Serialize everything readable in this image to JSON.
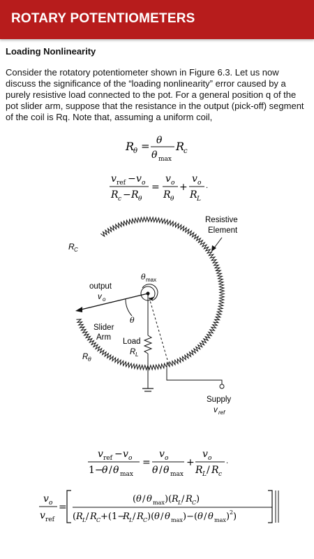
{
  "appbar": {
    "title": "ROTARY POTENTIOMETERS"
  },
  "section": {
    "title": "Loading Nonlinearity",
    "paragraph": "Consider the rotatory potentiometer shown in Figure 6.3. Let us now discuss the significance of the “loading nonlinearity” error caused by a purely resistive load connected to the pot. For a general position q of the pot slider arm, suppose that the resistance in the output (pick-off) segment of the coil is Rq. Note that, assuming a uniform coil,"
  },
  "diagram": {
    "labels": {
      "resistive": "Resistive",
      "element": "Element",
      "rc": "R",
      "rc_sub": "C",
      "theta_max": "θ",
      "theta_max_sub": "max",
      "output": "output",
      "vo": "v",
      "vo_sub": "o",
      "theta": "θ",
      "slider": "Slider",
      "arm": "Arm",
      "load": "Load",
      "rl": "R",
      "rl_sub": "L",
      "rtheta": "R",
      "rtheta_sub": "θ",
      "supply": "Supply",
      "vref": "v",
      "vref_sub": "ref"
    }
  }
}
